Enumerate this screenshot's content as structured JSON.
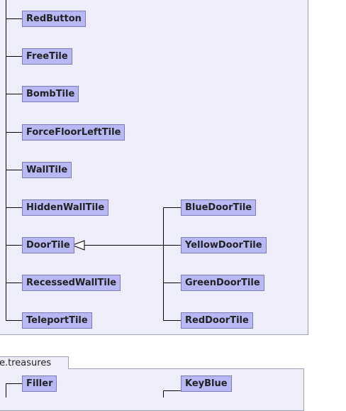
{
  "packages": {
    "top": {
      "name": ""
    },
    "treasures": {
      "name": "e.treasures"
    }
  },
  "nodes": {
    "red_button": "RedButton",
    "free_tile": "FreeTile",
    "bomb_tile": "BombTile",
    "force_floor_left_tile": "ForceFloorLeftTile",
    "wall_tile": "WallTile",
    "hidden_wall_tile": "HiddenWallTile",
    "door_tile": "DoorTile",
    "recessed_wall_tile": "RecessedWallTile",
    "teleport_tile": "TeleportTile",
    "blue_door_tile": "BlueDoorTile",
    "yellow_door_tile": "YellowDoorTile",
    "green_door_tile": "GreenDoorTile",
    "red_door_tile": "RedDoorTile",
    "filler": "Filler",
    "key_blue": "KeyBlue"
  },
  "colors": {
    "package_fill": "#eeeefa",
    "package_border": "#a0a0b4",
    "node_fill": "#b8b8f4",
    "node_border": "#7a7ab4",
    "connector": "#000000"
  }
}
